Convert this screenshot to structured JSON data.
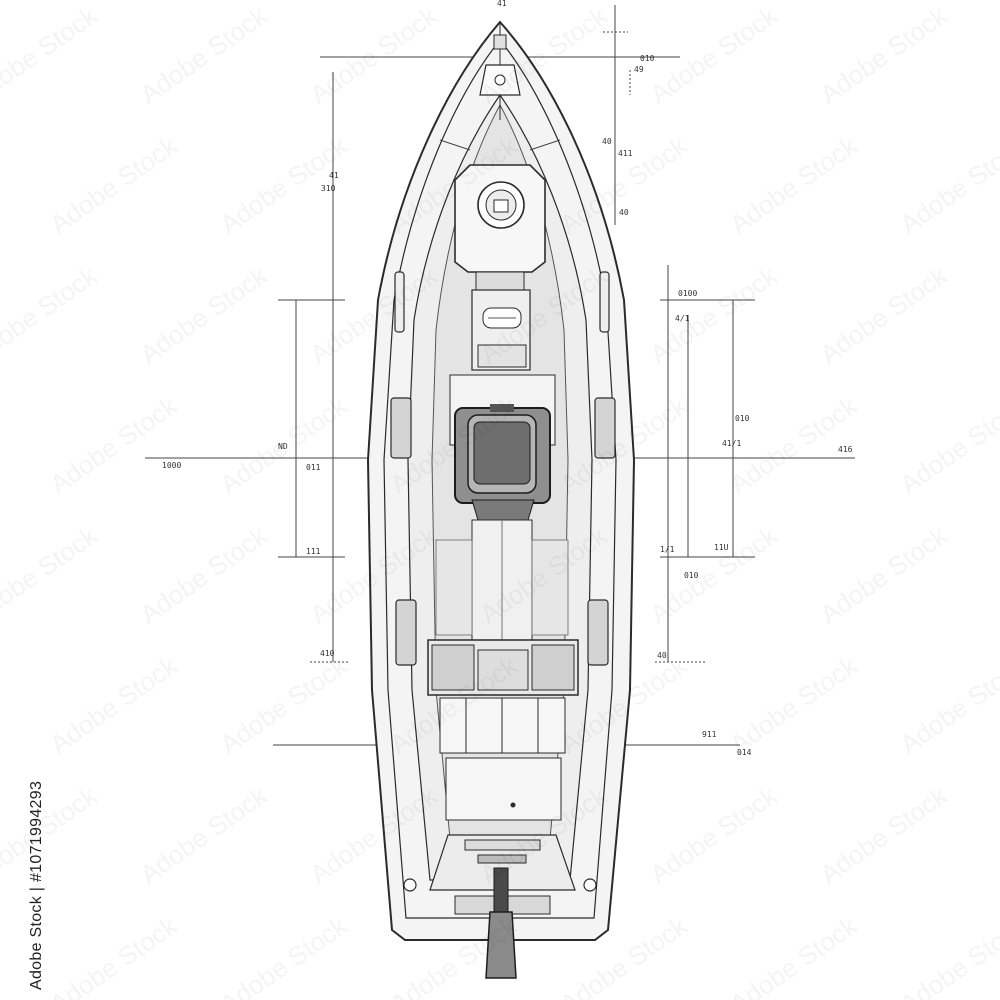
{
  "image": {
    "stock_id": "Adobe Stock | #1071994293",
    "watermark": "Adobe Stock",
    "line_color": "#2b2b2b",
    "fill_light": "#f2f2f2",
    "fill_mid": "#d9d9d9",
    "fill_dark": "#9a9a9a"
  },
  "dimensions": {
    "labels": [
      "41",
      "49",
      "40",
      "411",
      "40",
      "310",
      "1000",
      "ND",
      "011",
      "410",
      "0100",
      "4/1",
      "010",
      "1/1",
      "11U",
      "010",
      "416",
      "40",
      "911",
      "014",
      "41",
      "111",
      "41/1",
      "010"
    ]
  }
}
